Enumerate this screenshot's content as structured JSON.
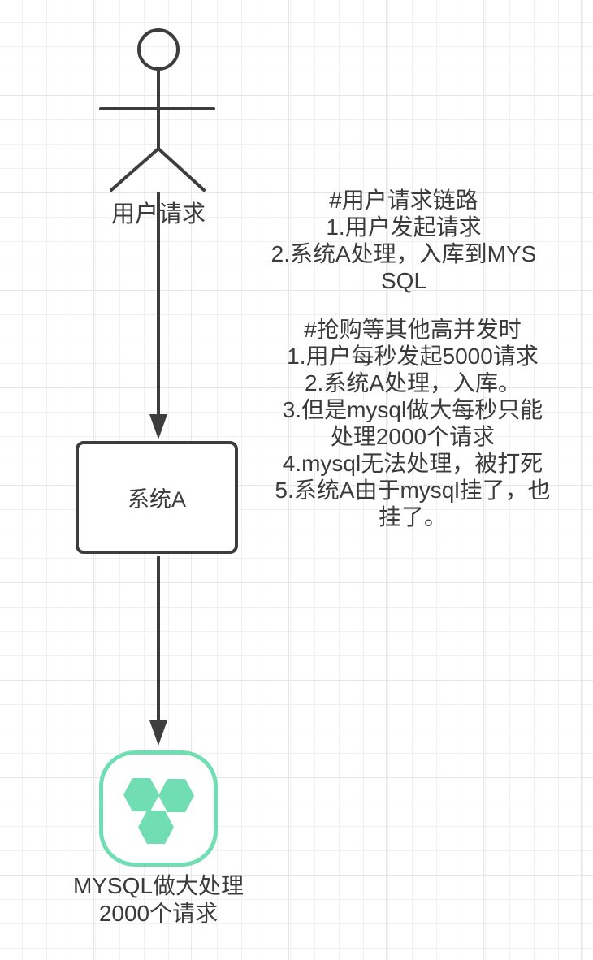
{
  "colors": {
    "stroke": "#3d3d3d",
    "text": "#3b3b3b",
    "green": "#71ddb3",
    "grid_line_minor": "#f2eff1",
    "grid_line_major": "#e9e6e9",
    "background": "#ffffff"
  },
  "nodes": {
    "actor": {
      "icon": "stick-figure-actor-icon",
      "label": "用户请求"
    },
    "system": {
      "label": "系统A"
    },
    "mysql": {
      "icon": "hexagon-cluster-database-icon",
      "label_line1": "MYSQL做大处理",
      "label_line2": "2000个请求"
    }
  },
  "connectors": [
    {
      "from": "actor",
      "to": "system",
      "style": "solid-arrow-down"
    },
    {
      "from": "system",
      "to": "mysql",
      "style": "solid-arrow-down"
    }
  ],
  "annotations": {
    "request_chain": {
      "lines": [
        "#用户请求链路",
        "1.用户发起请求",
        "2.系统A处理，入库到MYS",
        "SQL"
      ]
    },
    "high_concurrency": {
      "lines": [
        "#抢购等其他高并发时",
        "1.用户每秒发起5000请求",
        "2.系统A处理，入库。",
        "3.但是mysql做大每秒只能",
        "处理2000个请求",
        "4.mysql无法处理，被打死",
        "5.系统A由于mysql挂了，也",
        "挂了。"
      ]
    }
  }
}
